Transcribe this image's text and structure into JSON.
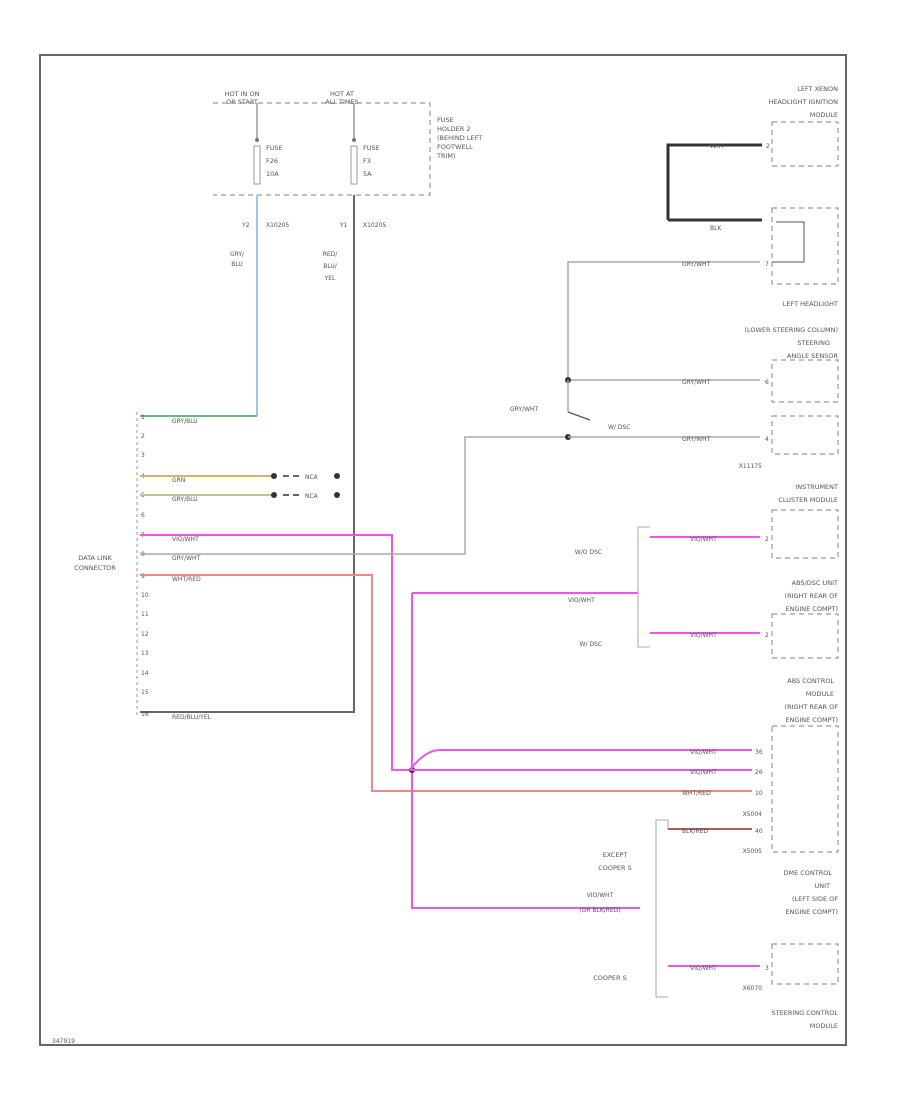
{
  "power": {
    "hot1": [
      "HOT IN ON",
      "OR START"
    ],
    "hot2": [
      "HOT AT",
      "ALL TIMES"
    ],
    "fuse1": [
      "FUSE",
      "F26",
      "10A"
    ],
    "fuse2": [
      "FUSE",
      "F3",
      "5A"
    ],
    "holder": [
      "FUSE",
      "HOLDER 2",
      "(BEHIND LEFT",
      "FOOTWELL",
      "TRIM)"
    ],
    "pin_y2": "Y2",
    "pin_y1": "Y1",
    "conn1": "X10205",
    "conn2": "X10205",
    "wire1": [
      "GRY/",
      "BLU"
    ],
    "wire2": [
      "RED/",
      "BLU/",
      "YEL"
    ]
  },
  "components": {
    "left_xenon": [
      "LEFT XENON",
      "HEADLIGHT IGNITION",
      "MODULE"
    ],
    "left_headlight": "LEFT HEADLIGHT",
    "steering_sensor": [
      "(LOWER STEERING COLUMN)",
      "STEERING",
      "ANGLE SENSOR"
    ],
    "steering_conn": "X11175",
    "instrument": [
      "INSTRUMENT",
      "CLUSTER MODULE"
    ],
    "absdsc": [
      "ABS/DSC UNIT",
      "(RIGHT REAR OF",
      "ENGINE COMPT)"
    ],
    "abs_module": [
      "ABS CONTROL",
      "MODULE",
      "(RIGHT REAR OF",
      "ENGINE COMPT)"
    ],
    "dme": [
      "DME CONTROL",
      "UNIT",
      "(LEFT SIDE OF",
      "ENGINE COMPT)"
    ],
    "steering_control": [
      "STEERING CONTROL",
      "MODULE"
    ],
    "abs_conn_top": "X5004",
    "abs_conn_bot": "X5005",
    "dme_conn": "X6070"
  },
  "wires": {
    "xenon_top": "WHT",
    "xenon_bot": "BLK",
    "headlight": "GRY/WHT",
    "sas": "GRY/WHT",
    "sas_splice": "GRY/WHT",
    "wdsc": "GRY/WHT",
    "wdsc_label": "W/ DSC",
    "icm": "VIO/WHT",
    "wodsc_label": "W/O DSC",
    "absdsc_bus": "VIO/WHT",
    "absdsc": "VIO/WHT",
    "wdsc_label2": "W/ DSC",
    "abs1": "VIO/WHT",
    "abs2": "VIO/WHT",
    "abs3": "WHT/RED",
    "dme_brown": "BLK/RED",
    "except": [
      "EXCEPT",
      "COOPER S"
    ],
    "dme_bus": [
      "VIO/WHT",
      "(OR BLK/RED)"
    ],
    "cooper": "COOPER S",
    "steering_ctrl": "VIO/WHT"
  },
  "pins": {
    "xenon_top": "2",
    "headlight": "7",
    "sas": "6",
    "wdsc": "4",
    "icm": "2",
    "absdsc": "2",
    "abs1": "36",
    "abs2": "26",
    "abs3": "10",
    "dme": "40",
    "steering_ctrl": "3"
  },
  "dlc": {
    "label": [
      "DATA LINK",
      "CONNECTOR"
    ],
    "pins": [
      "1",
      "2",
      "3",
      "4",
      "5",
      "6",
      "7",
      "8",
      "9",
      "10",
      "11",
      "12",
      "13",
      "14",
      "15",
      "16"
    ],
    "w1": "GRY/BLU",
    "w4": "GRN",
    "w5": "GRY/BLU",
    "w7": "VIO/WHT",
    "w8": "GRY/WHT",
    "w9": "WHT/RED",
    "w16": "RED/BLU/YEL",
    "ncr": "NCA"
  },
  "footer": "347919"
}
